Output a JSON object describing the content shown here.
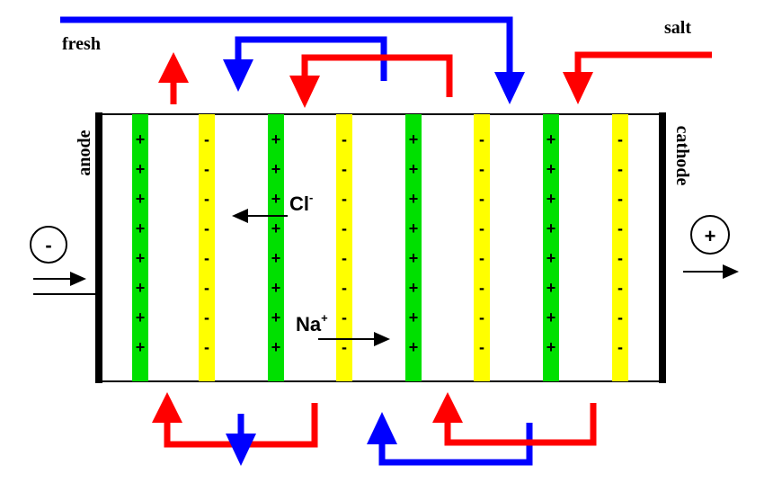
{
  "labels": {
    "fresh": "fresh",
    "salt": "salt",
    "anode": "anode",
    "cathode": "cathode",
    "chloride": "Cl",
    "chloride_charge": "-",
    "sodium": "Na",
    "sodium_charge": "+",
    "anode_terminal_sign": "-",
    "cathode_terminal_sign": "+"
  },
  "membranes": {
    "cation_sign": "+",
    "anion_sign": "-",
    "signs_per_membrane": 8,
    "cation_color": "#00e000",
    "anion_color": "#ffff00"
  },
  "colors": {
    "fresh_flow": "#0000ff",
    "salt_flow": "#ff0000",
    "electrode": "#000000",
    "cell_outline": "#000000"
  }
}
